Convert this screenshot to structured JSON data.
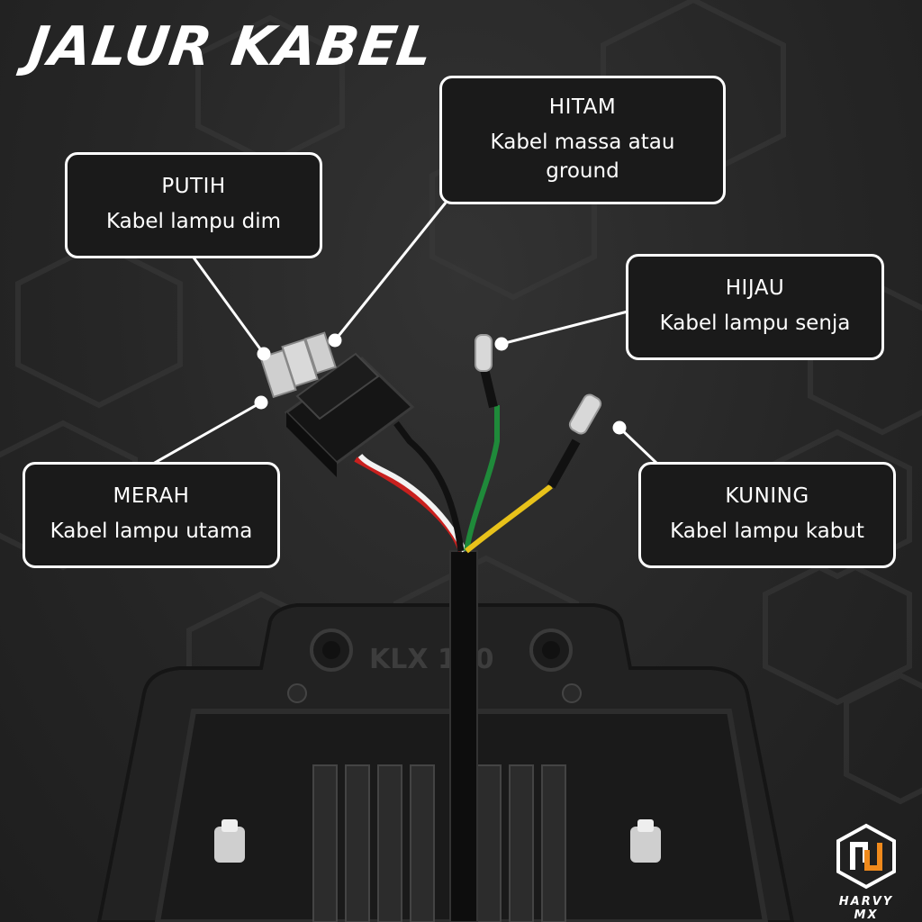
{
  "title": "JALUR KABEL",
  "colors": {
    "background": "#262626",
    "text": "#ffffff",
    "wire_red": "#c8201e",
    "wire_white": "#f2f2f2",
    "wire_black": "#111111",
    "wire_green": "#1f8a3a",
    "wire_yellow": "#e8c21a",
    "brand_orange": "#f08a1c"
  },
  "callouts": {
    "hitam": {
      "name": "HITAM",
      "description": "Kabel massa atau ground"
    },
    "putih": {
      "name": "PUTIH",
      "description": "Kabel lampu dim"
    },
    "hijau": {
      "name": "HIJAU",
      "description": "Kabel lampu senja"
    },
    "merah": {
      "name": "MERAH",
      "description": "Kabel lampu utama"
    },
    "kuning": {
      "name": "KUNING",
      "description": "Kabel lampu kabut"
    }
  },
  "housing_mark": "KLX  150",
  "brand": {
    "name": "HARVY MX",
    "icon": "harvy-mx-logo-icon"
  }
}
